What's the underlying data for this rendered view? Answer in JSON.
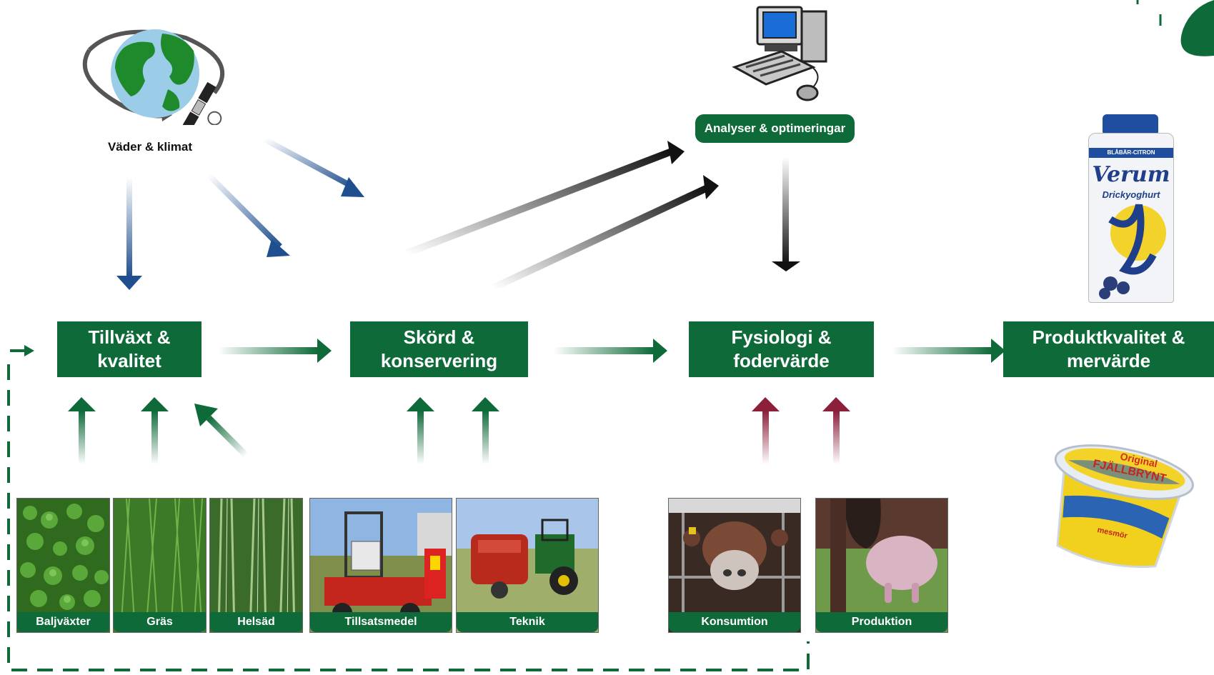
{
  "weather": {
    "label": "Väder & klimat",
    "icon": "globe-satellite-icon"
  },
  "computer": {
    "icon": "computer-icon",
    "label": "Analyser & optimeringar"
  },
  "stages": [
    {
      "line1": "Tillväxt &",
      "line2": "kvalitet"
    },
    {
      "line1": "Skörd &",
      "line2": "konservering"
    },
    {
      "line1": "Fysiologi &",
      "line2": "fodervärde"
    },
    {
      "line1": "Produktkvalitet &",
      "line2": "mervärde"
    }
  ],
  "photos": [
    {
      "label": "Baljväxter",
      "icon": "clover-photo"
    },
    {
      "label": "Gräs",
      "icon": "grass-photo"
    },
    {
      "label": "Helsäd",
      "icon": "cereal-photo"
    },
    {
      "label": "Tillsatsmedel",
      "icon": "harvester-photo"
    },
    {
      "label": "Teknik",
      "icon": "tractor-baler-photo"
    },
    {
      "label": "Konsumtion",
      "icon": "cow-eating-photo"
    },
    {
      "label": "Produktion",
      "icon": "udder-photo"
    }
  ],
  "products": {
    "yoghurt": {
      "top": "BLÅBÄR-CITRON",
      "brand": "Verum",
      "sub": "Drickyoghurt"
    },
    "butter": {
      "top": "Original",
      "brand": "FJÄLLBRYNT",
      "sub": "mesmör"
    }
  },
  "colors": {
    "stage_green": "#0f6a3a",
    "weather_blue": "#1f4f8f",
    "analysis_black": "#111111",
    "animal_red": "#8c1f3a",
    "feedback_dash": "#0f6a3a"
  }
}
